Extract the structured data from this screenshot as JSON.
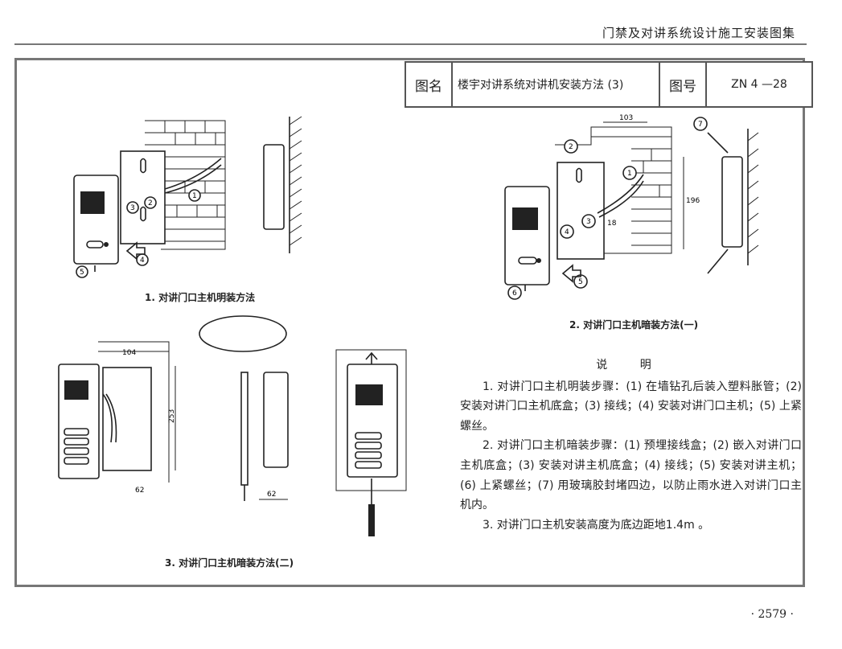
{
  "header": {
    "book_title": "门禁及对讲系统设计施工安装图集"
  },
  "title_block": {
    "name_label": "图名",
    "name_value": "楼宇对讲系统对讲机安装方法 (3)",
    "number_label": "图号",
    "number_value": "ZN 4 —28"
  },
  "figures": {
    "fig1_caption": "1. 对讲门口主机明装方法",
    "fig2_caption": "2. 对讲门口主机暗装方法(一)",
    "fig3_caption": "3. 对讲门口主机暗装方法(二)",
    "callouts": [
      "1",
      "2",
      "3",
      "4",
      "5",
      "6",
      "7"
    ],
    "dims": {
      "d103": "103",
      "d196": "196",
      "d18": "18",
      "d104": "104",
      "d253": "253",
      "d62a": "62",
      "d62b": "62"
    }
  },
  "notes": {
    "heading": "说 明",
    "items": [
      "1. 对讲门口主机明装步骤：(1) 在墙钻孔后装入塑料胀管；(2) 安装对讲门口主机底盒；(3) 接线；(4) 安装对讲门口主机；(5) 上紧螺丝。",
      "2. 对讲门口主机暗装步骤：(1) 预埋接线盒；(2) 嵌入对讲门口主机底盒；(3) 安装对讲主机底盒；(4) 接线；(5) 安装对讲主机；(6) 上紧螺丝；(7) 用玻璃胶封堵四边，以防止雨水进入对讲门口主机内。",
      "3. 对讲门口主机安装高度为底边距地1.4m 。"
    ]
  },
  "footer": {
    "page_number": "· 2579 ·"
  }
}
